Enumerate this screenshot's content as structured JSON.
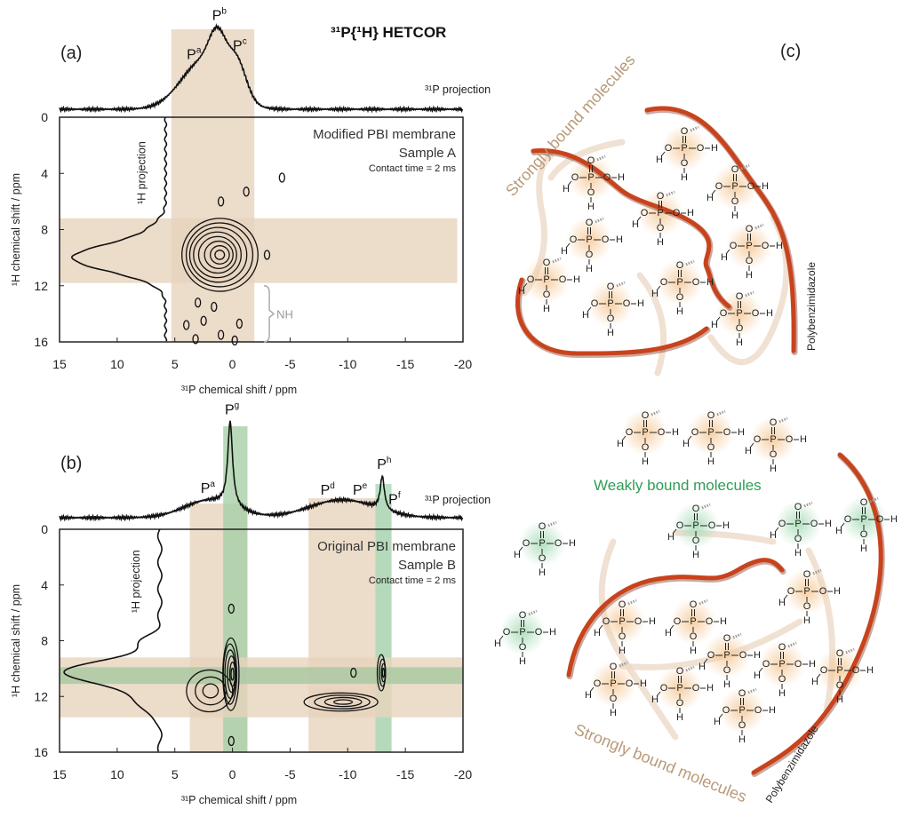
{
  "title": "³¹P{¹H} HETCOR",
  "atoms": {
    "phosphorus": "P",
    "oxygen": "O",
    "hydrogen": "H"
  },
  "diagram": {
    "panel_label": "(c)",
    "strong_label_top": "Strongly bound molecules",
    "strong_label_bottom": "Strongly bound molecules",
    "weak_label": "Weakly bound molecules",
    "pbi_label_top": "Polybenzimidazole",
    "pbi_label_bottom": "Polybenzimidazole",
    "colors": {
      "polymer": "#c8431c",
      "strong_glow": "#f5c794",
      "weak_glow": "#a9dcb8"
    }
  },
  "chart_data": [
    {
      "type": "contour",
      "panel_label": "(a)",
      "sample_title": "Modified PBI membrane",
      "sample_name": "Sample A",
      "contact_time": "Contact time = 2 ms",
      "xlabel": "³¹P chemical shift / ppm",
      "ylabel": "¹H chemical shift / ppm",
      "top_projection_label": "³¹P projection",
      "left_projection_label": "¹H projection",
      "xlim": [
        15,
        -20
      ],
      "ylim": [
        0,
        16
      ],
      "xticks": [
        "15",
        "10",
        "5",
        "0",
        "-5",
        "-10",
        "-15",
        "-20"
      ],
      "yticks": [
        "0",
        "4",
        "8",
        "12",
        "16"
      ],
      "annotation": {
        "text": "NH",
        "h_range": [
          12,
          16
        ]
      },
      "peaks": [
        {
          "label": "P",
          "sup": "a",
          "ppm": 3.5
        },
        {
          "label": "P",
          "sup": "b",
          "ppm": 1.3
        },
        {
          "label": "P",
          "sup": "c",
          "ppm": -0.5
        }
      ],
      "p_projection": [
        {
          "center": 2.4,
          "width": 2.0,
          "amp": 0.62
        },
        {
          "center": 1.3,
          "width": 0.7,
          "amp": 0.45
        },
        {
          "center": -0.4,
          "width": 0.8,
          "amp": 0.42
        }
      ],
      "h_projection": [
        {
          "center": 10.0,
          "width": 1.0,
          "amp": 0.95
        },
        {
          "center": 7.8,
          "width": 0.6,
          "amp": 0.08
        }
      ],
      "highlights": [
        {
          "axis": "x",
          "range": [
            5.3,
            -1.9
          ],
          "color": "#e7d3bd"
        },
        {
          "axis": "y",
          "range": [
            7.2,
            11.8
          ],
          "color": "#e7d3bd"
        }
      ],
      "contours": [
        {
          "p": 1.2,
          "h": 9.8,
          "rx": 3.3,
          "ry": 2.6,
          "levels": 8
        }
      ],
      "minor_signals": [
        {
          "p": 4.0,
          "h": 14.8
        },
        {
          "p": 2.5,
          "h": 14.5
        },
        {
          "p": 1.0,
          "h": 15.5
        },
        {
          "p": -0.6,
          "h": 14.7
        },
        {
          "p": 3.0,
          "h": 13.2
        },
        {
          "p": 1.6,
          "h": 13.5
        },
        {
          "p": 1.0,
          "h": 6.0
        },
        {
          "p": -1.2,
          "h": 5.3
        },
        {
          "p": -4.3,
          "h": 4.3
        },
        {
          "p": -3.0,
          "h": 9.8
        },
        {
          "p": 3.2,
          "h": 15.8
        },
        {
          "p": -0.2,
          "h": 15.9
        }
      ]
    },
    {
      "type": "contour",
      "panel_label": "(b)",
      "sample_title": "Original PBI membrane",
      "sample_name": "Sample B",
      "contact_time": "Contact time = 2 ms",
      "xlabel": "³¹P chemical shift / ppm",
      "ylabel": "¹H chemical shift / ppm",
      "top_projection_label": "³¹P projection",
      "left_projection_label": "¹H projection",
      "xlim": [
        15,
        -20
      ],
      "ylim": [
        0,
        16
      ],
      "xticks": [
        "15",
        "10",
        "5",
        "0",
        "-5",
        "-10",
        "-15",
        "-20"
      ],
      "yticks": [
        "0",
        "4",
        "8",
        "12",
        "16"
      ],
      "peaks": [
        {
          "label": "P",
          "sup": "a",
          "ppm": 2.3
        },
        {
          "label": "P",
          "sup": "g",
          "ppm": 0.2
        },
        {
          "label": "P",
          "sup": "d",
          "ppm": -8.1
        },
        {
          "label": "P",
          "sup": "e",
          "ppm": -10.9
        },
        {
          "label": "P",
          "sup": "h",
          "ppm": -13.0
        },
        {
          "label": "P",
          "sup": "f",
          "ppm": -14.0
        }
      ],
      "p_projection": [
        {
          "center": 2.0,
          "width": 2.2,
          "amp": 0.2
        },
        {
          "center": 0.2,
          "width": 0.25,
          "amp": 1.0,
          "shape": "lorentz"
        },
        {
          "center": -9.5,
          "width": 2.8,
          "amp": 0.21
        },
        {
          "center": -13.0,
          "width": 0.22,
          "amp": 0.4,
          "shape": "lorentz"
        }
      ],
      "h_projection": [
        {
          "center": 10.3,
          "width": 0.9,
          "amp": 0.95
        },
        {
          "center": 12.6,
          "width": 0.6,
          "amp": 0.2
        },
        {
          "center": 8.0,
          "width": 0.5,
          "amp": 0.15
        }
      ],
      "highlights": [
        {
          "axis": "x",
          "range": [
            3.7,
            -1.3
          ],
          "color": "#e7d3bd"
        },
        {
          "axis": "x",
          "range": [
            -6.6,
            -13.8
          ],
          "color": "#e7d3bd"
        },
        {
          "axis": "x",
          "range": [
            0.8,
            -1.3
          ],
          "color": "#a8cfa8"
        },
        {
          "axis": "x",
          "range": [
            -12.4,
            -13.8
          ],
          "color": "#a8d9b6"
        },
        {
          "axis": "y",
          "range": [
            9.2,
            13.5
          ],
          "color": "#e7d3bd"
        },
        {
          "axis": "y",
          "range": [
            9.9,
            11.1
          ],
          "color": "#a8c8a0"
        }
      ],
      "contours": [
        {
          "p": 0.1,
          "h": 10.4,
          "rx": 0.7,
          "ry": 2.6,
          "levels": 6
        },
        {
          "p": 2.0,
          "h": 11.6,
          "rx": 2.0,
          "ry": 1.5,
          "levels": 3
        },
        {
          "p": -9.5,
          "h": 12.4,
          "rx": 3.2,
          "ry": 0.65,
          "levels": 4
        },
        {
          "p": -13.0,
          "h": 10.3,
          "rx": 0.35,
          "ry": 1.3,
          "levels": 4
        }
      ],
      "minor_signals": [
        {
          "p": 0.1,
          "h": 5.7
        },
        {
          "p": 0.1,
          "h": 15.2
        },
        {
          "p": -10.5,
          "h": 10.3
        }
      ]
    }
  ]
}
